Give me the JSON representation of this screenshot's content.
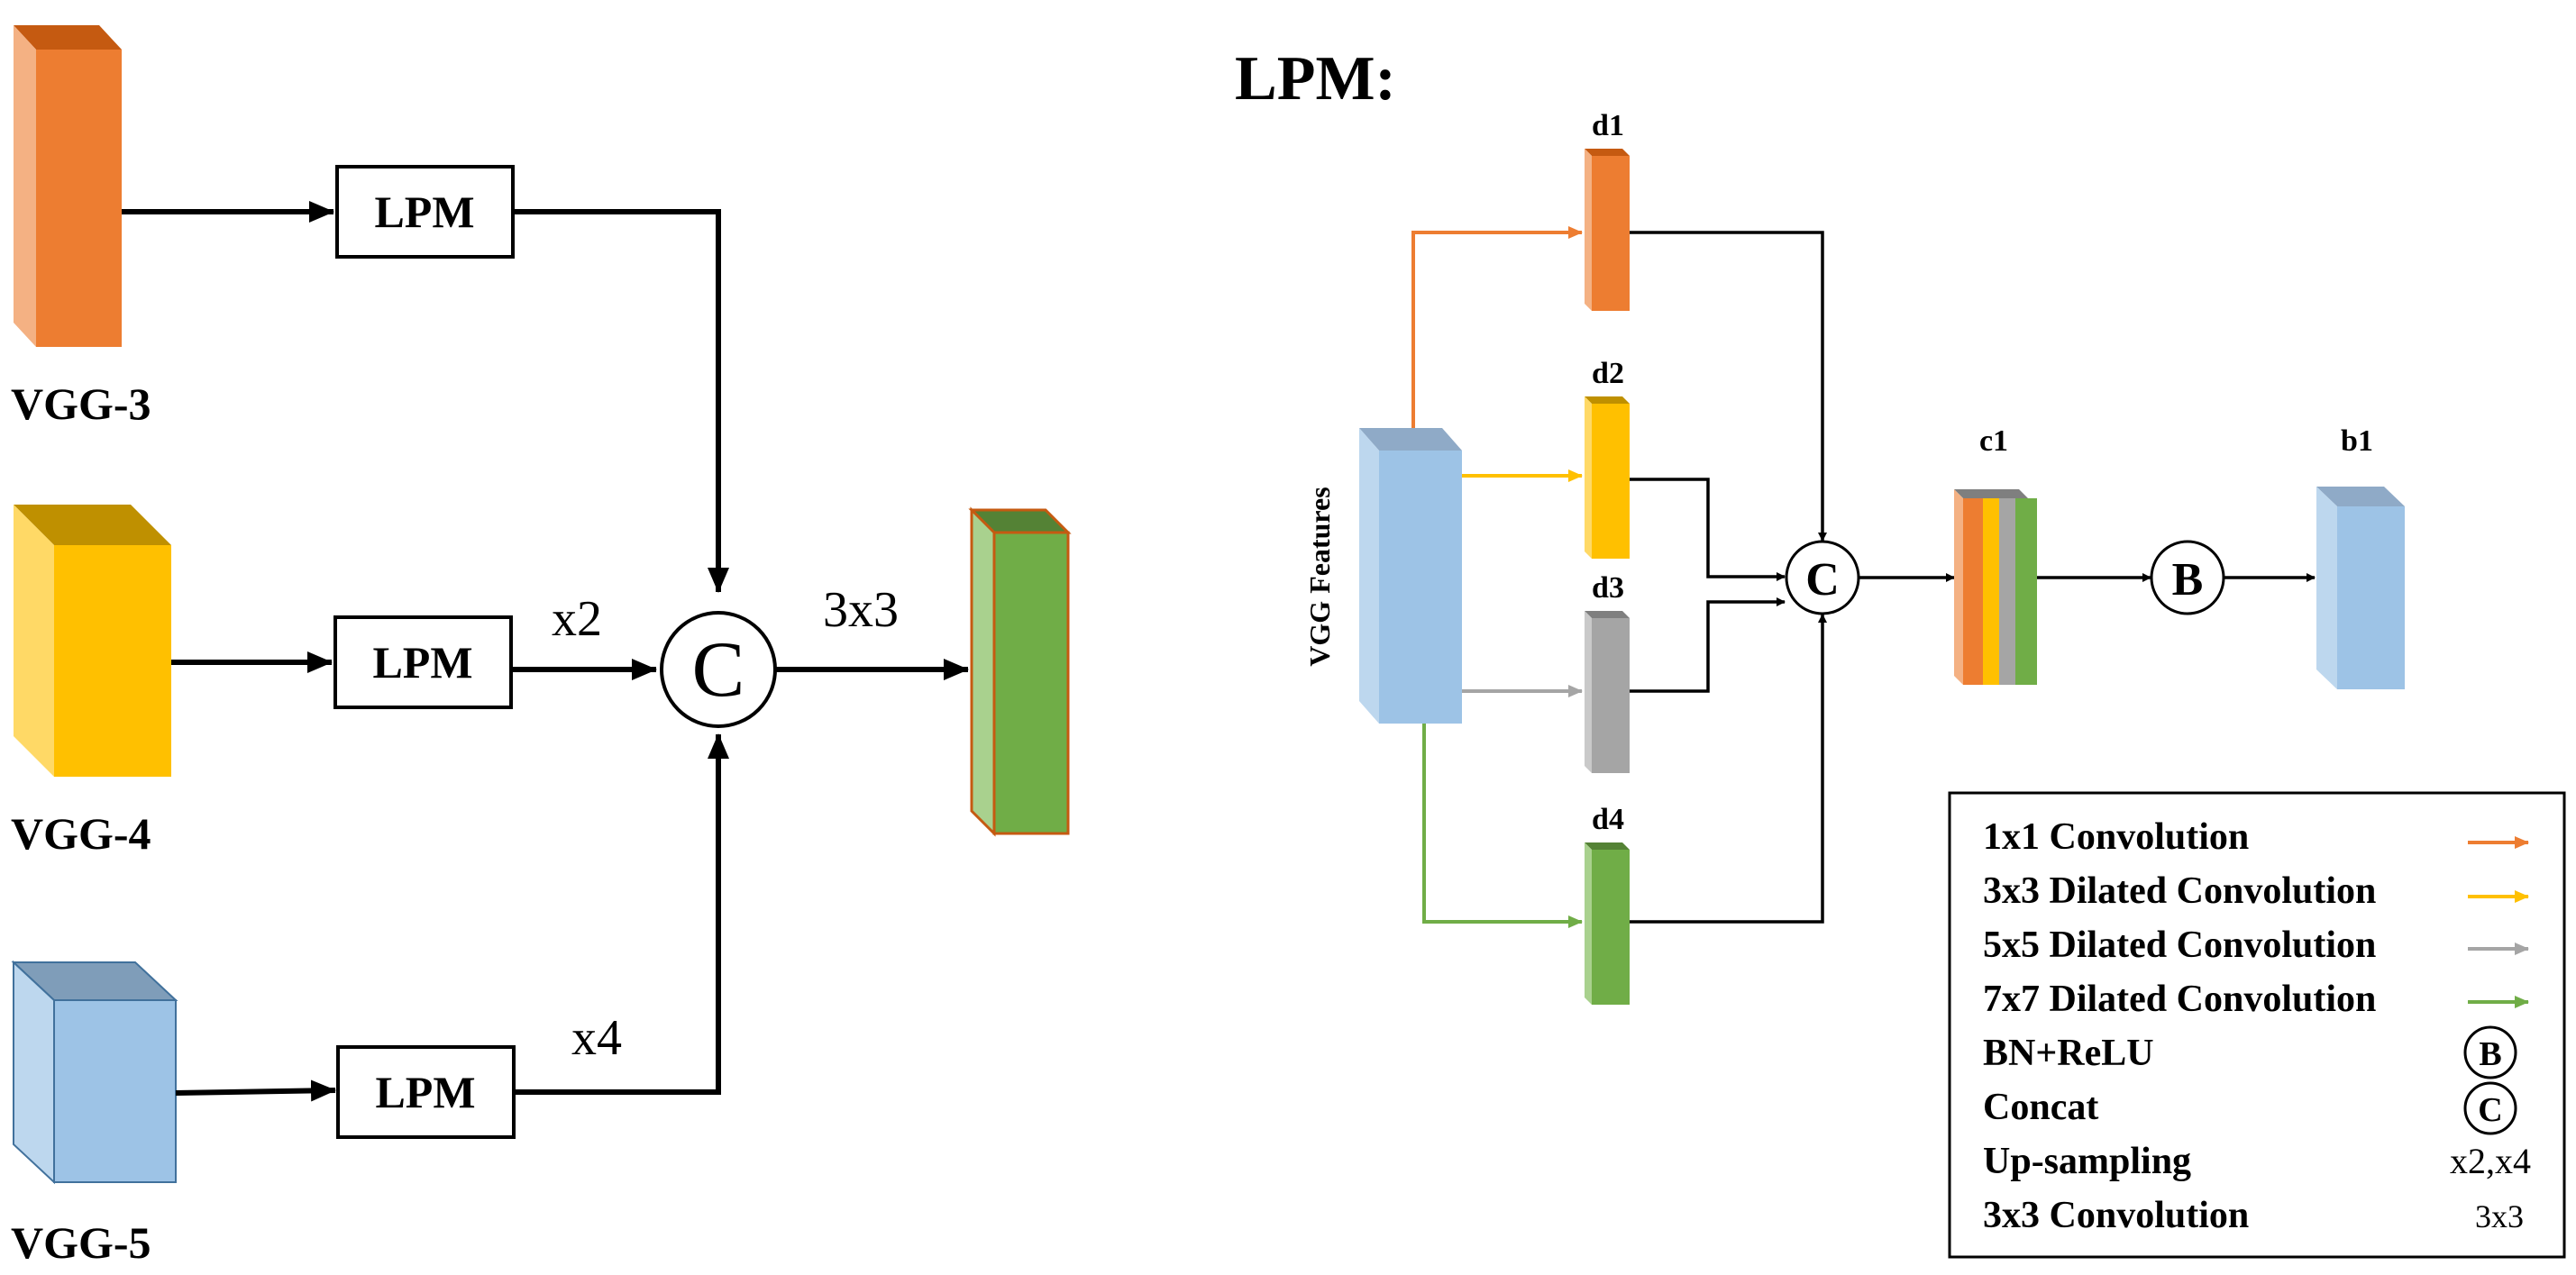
{
  "left": {
    "vgg3_label": "VGG-3",
    "vgg4_label": "VGG-4",
    "vgg5_label": "VGG-5",
    "lpm_top": "LPM",
    "lpm_mid": "LPM",
    "lpm_bottom": "LPM",
    "upsample_x2": "x2",
    "upsample_x4": "x4",
    "conv_label": "3x3",
    "concat_symbol": "C"
  },
  "right": {
    "title": "LPM:",
    "vgg_features": "VGG Features",
    "d1": "d1",
    "d2": "d2",
    "d3": "d3",
    "d4": "d4",
    "c1": "c1",
    "b1": "b1",
    "concat_symbol": "C",
    "bn_symbol": "B"
  },
  "legend": {
    "items": [
      {
        "label": "1x1 Convolution",
        "marker": "arrow",
        "color": "#ED7D31"
      },
      {
        "label": "3x3 Dilated Convolution",
        "marker": "arrow",
        "color": "#FFC000"
      },
      {
        "label": "5x5 Dilated Convolution",
        "marker": "arrow",
        "color": "#A5A5A5"
      },
      {
        "label": "7x7 Dilated Convolution",
        "marker": "arrow",
        "color": "#70AD47"
      },
      {
        "label": "BN+ReLU",
        "marker": "circle",
        "symbol": "B"
      },
      {
        "label": "Concat",
        "marker": "circle",
        "symbol": "C"
      },
      {
        "label": "Up-sampling",
        "marker": "text",
        "symbol": "x2,x4"
      },
      {
        "label": "3x3 Convolution",
        "marker": "text",
        "symbol": "3x3"
      }
    ]
  },
  "colors": {
    "orange": "#ED7D31",
    "yellow": "#FFC000",
    "blue": "#9DC3E6",
    "gray": "#A5A5A5",
    "green": "#70AD47"
  }
}
